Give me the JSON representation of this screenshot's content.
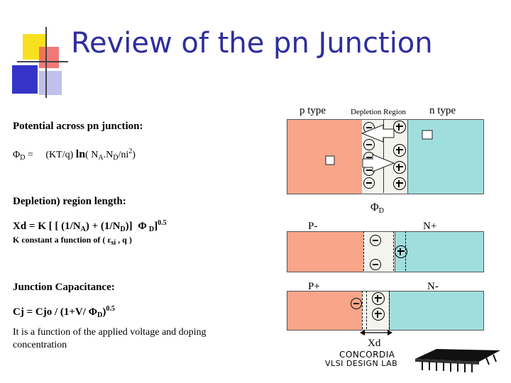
{
  "slide": {
    "title": "Review of the pn Junction",
    "potential_heading": "Potential across pn junction:",
    "phi": "Φ",
    "phi_sub": "D",
    "equals": " =",
    "phi_formula_a": "(KT/q)",
    "phi_formula_ln": "ln",
    "phi_formula_b": "( N",
    "phi_formula_sub_a": "A",
    "phi_formula_c": ".N",
    "phi_formula_sub_d": "D",
    "phi_formula_d": "/ni",
    "phi_formula_sup": "2",
    "phi_formula_e": ")",
    "depletion_heading": "Depletion) region length:",
    "xd_a": "Xd = K [ [ (1/N",
    "xd_sub_a": "A",
    "xd_b": ") + (1/N",
    "xd_sub_d": "D",
    "xd_c": ")]",
    "xd_phi": "Φ",
    "xd_phi_sub": "D",
    "xd_d": "]",
    "xd_sup": "0.5",
    "k_text_a": "K constant a function of  ( ε",
    "k_text_sub": "si",
    "k_text_b": " , q  )",
    "cap_heading": "Junction Capacitance:",
    "cj_a": "Cj = Cjo / (1+V/",
    "cj_phi": "Φ",
    "cj_sub": "D",
    "cj_b": ")",
    "cj_sup": "0.5",
    "note": "It is a function of the applied voltage and doping concentration"
  },
  "diagram": {
    "p_type": "p type",
    "depletion_region": "Depletion Region",
    "n_type": "n type",
    "phi_label": "Φ",
    "phi_label_sub": "D",
    "p_minus": "P-",
    "n_plus": "N+",
    "p_plus": "P+",
    "n_minus": "N-",
    "xd_label": "Xd"
  },
  "logo": {
    "line1": "CONCORDIA",
    "line2": "VLSI DESIGN LAB"
  },
  "colors": {
    "title": "#2e2e9e",
    "p_region": "#f8a58a",
    "n_region": "#a0dede",
    "deco_yellow": "#f8e020",
    "deco_red": "#f04848",
    "deco_blue": "#3030c8"
  }
}
